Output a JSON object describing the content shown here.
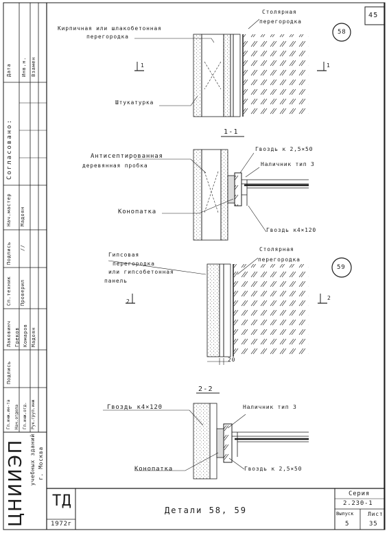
{
  "sheet": {
    "page_number": "45",
    "title": "Детали 58, 59",
    "series_label": "Серия",
    "series_value": "2.230-1",
    "issue_label": "Выпуск",
    "issue_value": "5",
    "sheet_label": "Лист",
    "sheet_value": "35",
    "org_logo": "ЦНИИЭП",
    "org_sub1": "учебных зданий",
    "org_sub2": "г. Москва",
    "year": "1972г",
    "td_mark": "ТД"
  },
  "stamp": {
    "agreed": "Согласовано:",
    "col_date": "Дата",
    "col_inv": "Инв.н.",
    "col_instead": "Взамен",
    "r_nach": "Нач.мастер",
    "r_podpis": "Подпись",
    "r_madoyan": "Мадоян",
    "r_spec": "Сп.техник",
    "r_checked": "Проверил",
    "r_podpis2": "Подпись",
    "names": [
      "Лаковинч",
      "Греков",
      "Комаров",
      "Мадоян"
    ],
    "roles": [
      "Гл.инж.ин-та",
      "Нач.отдела",
      "Гл.инж.отд.",
      "Рук.груп.инж"
    ],
    "ditto": "//"
  },
  "detail58": {
    "badge": "58",
    "label_brick": "Кирпичная или шлакобетонная",
    "label_brick2": "перегородка",
    "label_joinery": "Столярная",
    "label_joinery2": "перегородка",
    "label_plaster": "Штукатурка",
    "cut_mark": "1",
    "section_title": "1-1",
    "label_antiseptic": "Антисептированная",
    "label_plug": "деревянная пробка",
    "label_nail1": "Гвоздь к 2,5×50",
    "label_casing": "Наличник тип 3",
    "label_oakum": "Конопатка",
    "label_nail2": "Гвоздь к4×120"
  },
  "detail59": {
    "badge": "59",
    "label_gypsum": "Гипсовая",
    "label_gypsum2": "перегородка",
    "label_gypsum3": "или гипсобетонная",
    "label_gypsum4": "панель",
    "label_joinery": "Столярная",
    "label_joinery2": "перегородка",
    "cut_mark": "2",
    "dim": "20",
    "section_title": "2-2",
    "label_nail1": "Гвоздь к4×120",
    "label_casing": "Наличник тип 3",
    "label_oakum": "Конопатка",
    "label_nail2": "Гвоздь к 2,5×50"
  }
}
